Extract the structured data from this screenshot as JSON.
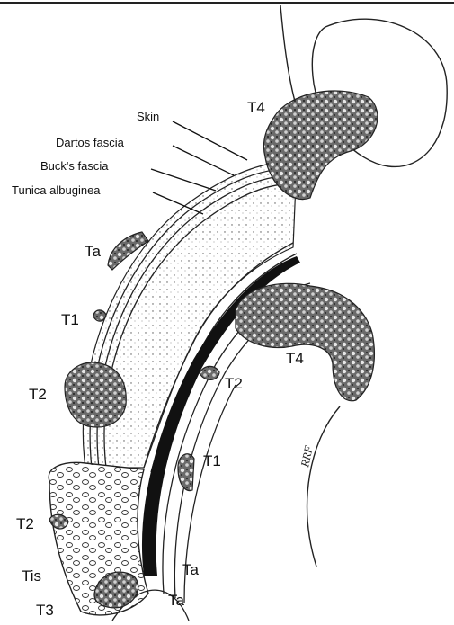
{
  "figure": {
    "layers": {
      "skin": "Skin",
      "dartos": "Dartos fascia",
      "bucks": "Buck's fascia",
      "tunica": "Tunica albuginea"
    },
    "stages": {
      "t4_top": "T4",
      "ta_upper": "Ta",
      "t1_left": "T1",
      "t2_left": "T2",
      "t4_right": "T4",
      "t2_right": "T2",
      "t1_right": "T1",
      "t2_glans": "T2",
      "tis": "Tis",
      "t3": "T3",
      "ta_lower1": "Ta",
      "ta_lower2": "Ta"
    },
    "signature": "RRF"
  }
}
